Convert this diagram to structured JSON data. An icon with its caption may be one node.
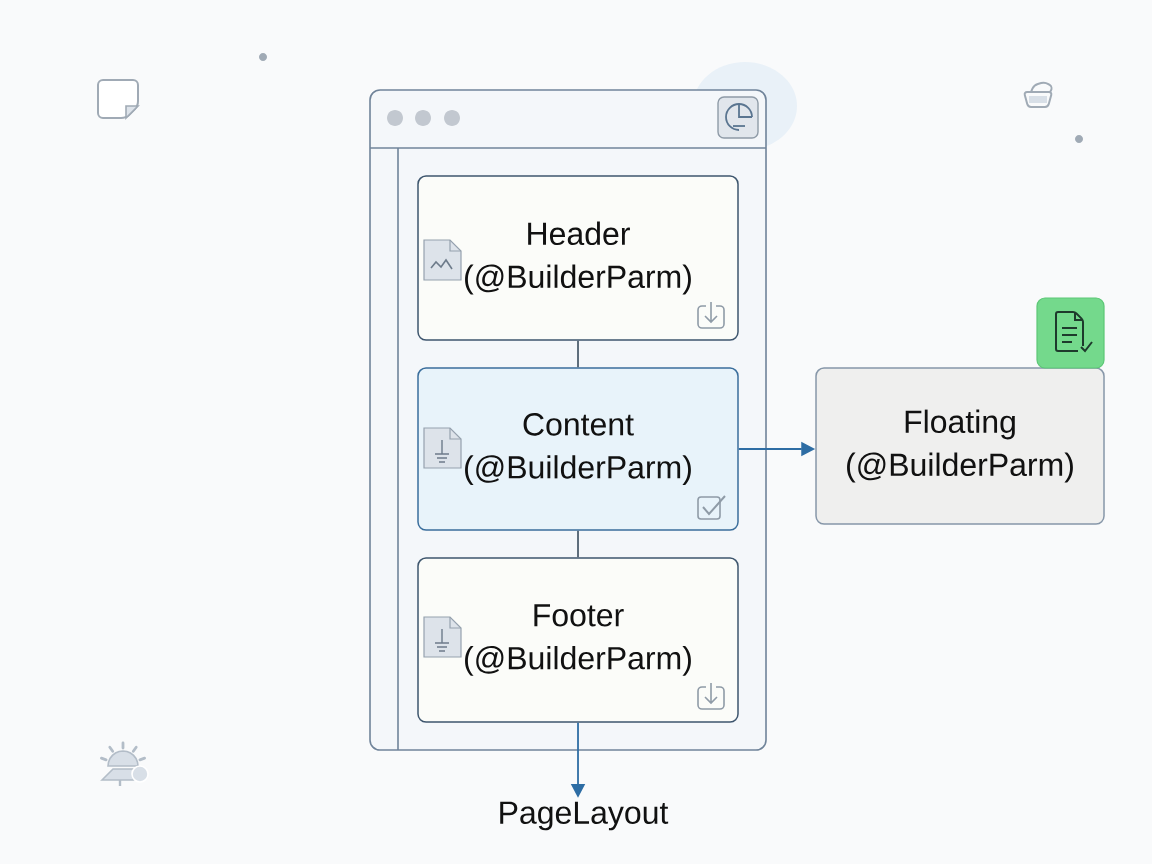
{
  "diagram": {
    "nodes": [
      {
        "text": [],
        "shape": "box"
      },
      {
        "text": [
          "Header (@BuilderParm)"
        ],
        "in": 0
      },
      {
        "text": [
          "Content (@BuilderParm)"
        ],
        "in": 0
      },
      {
        "text": [
          "Footer (@BuilderParm)"
        ],
        "in": 0
      },
      {
        "text": [
          "Floating (@BuilderParm)"
        ]
      },
      {
        "text": [
          "PageLayout"
        ]
      }
    ],
    "edges": [
      {
        "from": 1,
        "to": 2,
        "arrow": "none"
      },
      {
        "from": 2,
        "to": 3,
        "arrow": "none"
      },
      {
        "from": 2,
        "to": 4,
        "arrow": "to",
        "color": "#2e6da4"
      },
      {
        "from": 3,
        "to": 5,
        "arrow": "to",
        "color": "#2e6da4"
      }
    ]
  }
}
